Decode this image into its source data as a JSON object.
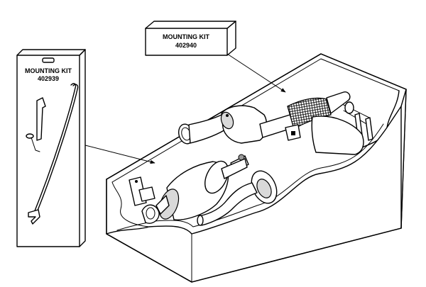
{
  "callouts": {
    "kit_a": {
      "title": "MOUNTING KIT",
      "number": "402940"
    },
    "kit_b": {
      "title": "MOUNTING KIT",
      "number": "402939"
    }
  },
  "colors": {
    "line": "#000000",
    "background": "#ffffff",
    "shade": "#d9d9d9"
  }
}
